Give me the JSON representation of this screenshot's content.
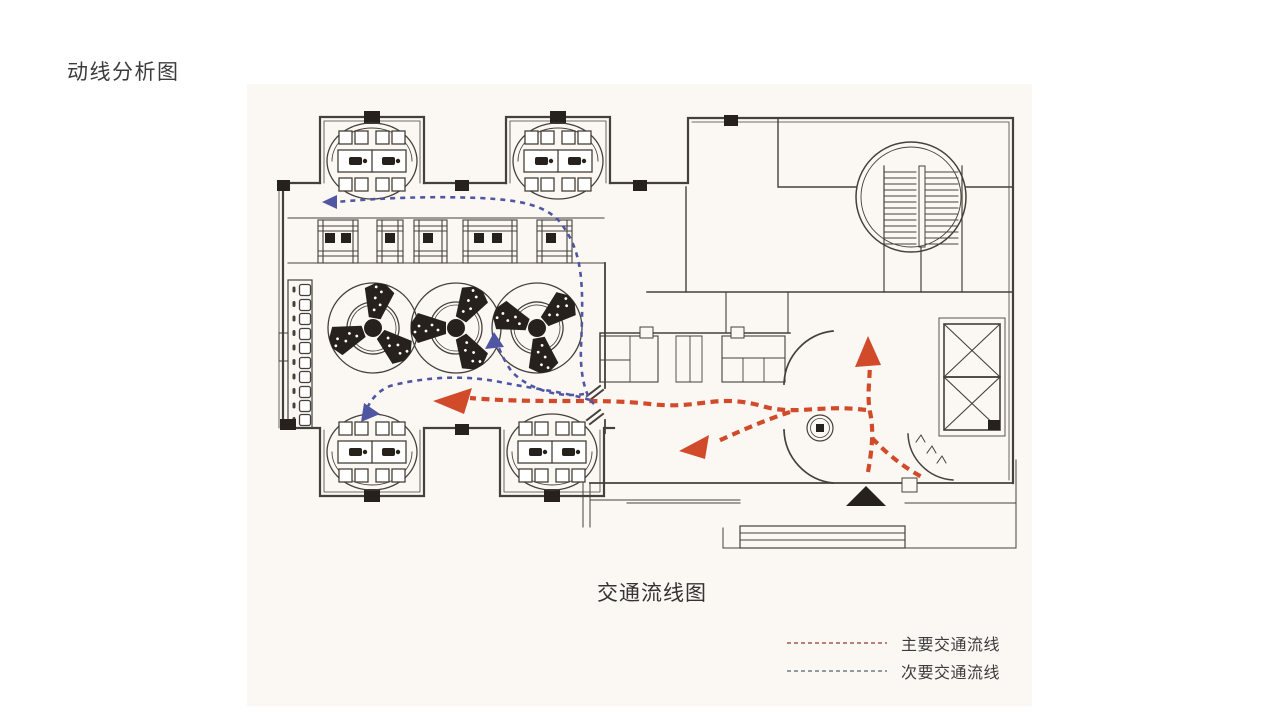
{
  "page": {
    "title": "动线分析图",
    "caption": "交通流线图"
  },
  "legend": {
    "items": [
      {
        "id": "main",
        "label": "主要交通流线",
        "swatch_color": "#a4584a",
        "line_color": "#d14b2b"
      },
      {
        "id": "secondary",
        "label": "次要交通流线",
        "swatch_color": "#6e7c8c",
        "line_color": "#5156a3"
      }
    ]
  },
  "plan": {
    "wall_color": "#46403a",
    "ink_color": "#26211d",
    "features": [
      "bay-seating",
      "booth-seating",
      "fan-table",
      "bar-counter",
      "circular-stairwell",
      "elevator-shaft",
      "rotunda",
      "column",
      "entrance-marker",
      "steps"
    ]
  }
}
